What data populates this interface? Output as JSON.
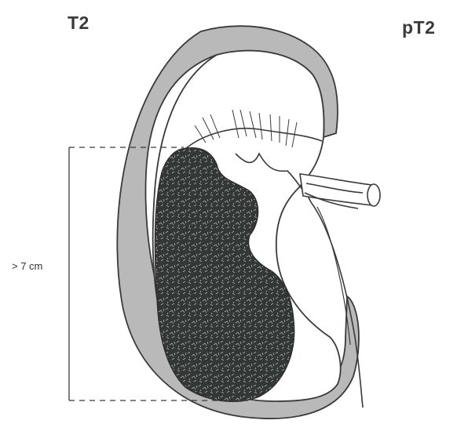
{
  "labels": {
    "stage_left": "T2",
    "stage_right": "pT2",
    "size": "> 7 cm"
  },
  "colors": {
    "capsule": "#b9b9b9",
    "tumor": "#333836",
    "outline": "#3a3a3a"
  }
}
